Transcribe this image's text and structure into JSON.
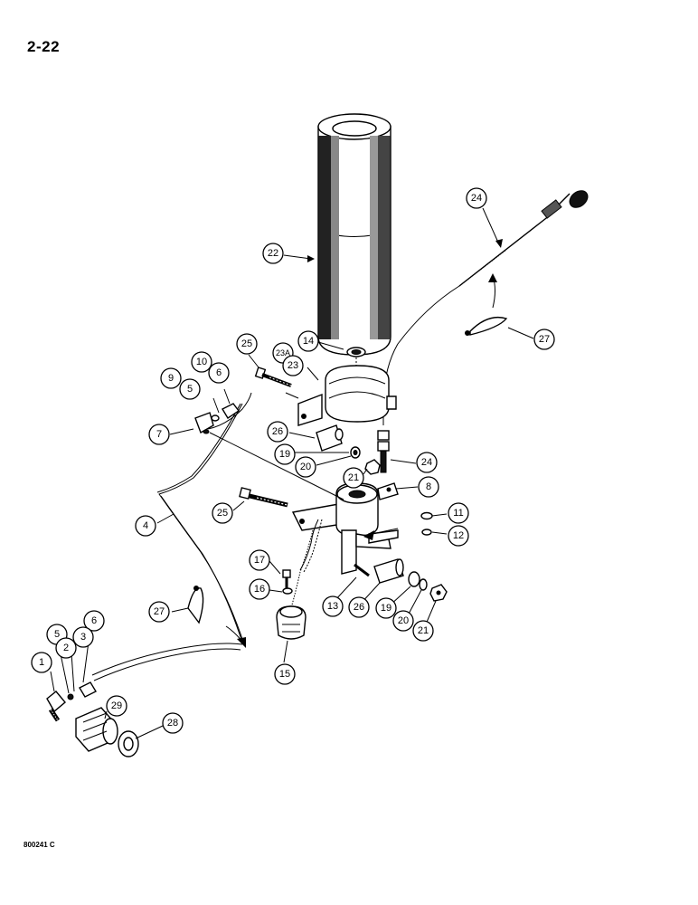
{
  "page_number": "2-22",
  "figure_code": "800241 C",
  "callouts": [
    {
      "id": "c22",
      "label": "22"
    },
    {
      "id": "c24a",
      "label": "24"
    },
    {
      "id": "c27a",
      "label": "27"
    },
    {
      "id": "c25a",
      "label": "25"
    },
    {
      "id": "c23a",
      "label": "23A"
    },
    {
      "id": "c23",
      "label": "23"
    },
    {
      "id": "c14",
      "label": "14"
    },
    {
      "id": "c10",
      "label": "10"
    },
    {
      "id": "c6a",
      "label": "6"
    },
    {
      "id": "c9",
      "label": "9"
    },
    {
      "id": "c5a",
      "label": "5"
    },
    {
      "id": "c7",
      "label": "7"
    },
    {
      "id": "c26a",
      "label": "26"
    },
    {
      "id": "c19a",
      "label": "19"
    },
    {
      "id": "c20a",
      "label": "20"
    },
    {
      "id": "c21a",
      "label": "21"
    },
    {
      "id": "c24b",
      "label": "24"
    },
    {
      "id": "c8",
      "label": "8"
    },
    {
      "id": "c25b",
      "label": "25"
    },
    {
      "id": "c4",
      "label": "4"
    },
    {
      "id": "c11",
      "label": "11"
    },
    {
      "id": "c12",
      "label": "12"
    },
    {
      "id": "c17",
      "label": "17"
    },
    {
      "id": "c16",
      "label": "16"
    },
    {
      "id": "c27b",
      "label": "27"
    },
    {
      "id": "c13",
      "label": "13"
    },
    {
      "id": "c26b",
      "label": "26"
    },
    {
      "id": "c19b",
      "label": "19"
    },
    {
      "id": "c20b",
      "label": "20"
    },
    {
      "id": "c21b",
      "label": "21"
    },
    {
      "id": "c15",
      "label": "15"
    },
    {
      "id": "c5b",
      "label": "5"
    },
    {
      "id": "c6b",
      "label": "6"
    },
    {
      "id": "c2",
      "label": "2"
    },
    {
      "id": "c3",
      "label": "3"
    },
    {
      "id": "c1",
      "label": "1"
    },
    {
      "id": "c29",
      "label": "29"
    },
    {
      "id": "c28",
      "label": "28"
    }
  ]
}
